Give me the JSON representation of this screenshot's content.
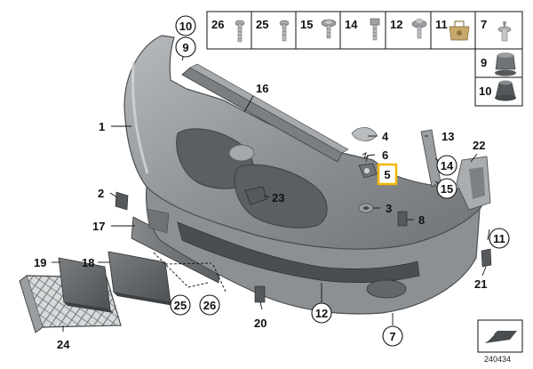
{
  "hardware_table": {
    "row1": [
      "26",
      "25",
      "15",
      "14",
      "12",
      "11",
      "7"
    ],
    "right_column": [
      "9",
      "10"
    ]
  },
  "callouts": {
    "c1": "1",
    "c2": "2",
    "c3": "3",
    "c4": "4",
    "c5": "5",
    "c6": "6",
    "c7": "7",
    "c8": "8",
    "c9": "9",
    "c10": "10",
    "c11": "11",
    "c12": "12",
    "c13": "13",
    "c14": "14",
    "c15": "15",
    "c16": "16",
    "c17": "17",
    "c18": "18",
    "c19": "19",
    "c20": "20",
    "c21": "21",
    "c22": "22",
    "c23": "23",
    "c24": "24",
    "c25": "25",
    "c26": "26"
  },
  "highlighted_callout": "5",
  "document_number": "240434",
  "colors": {
    "bumper_fill": "#8f9396",
    "bumper_dark": "#6e7275",
    "bumper_light": "#c3c6c8",
    "part_dark": "#55595c",
    "highlight_border": "#f2b705",
    "line": "#111111"
  }
}
